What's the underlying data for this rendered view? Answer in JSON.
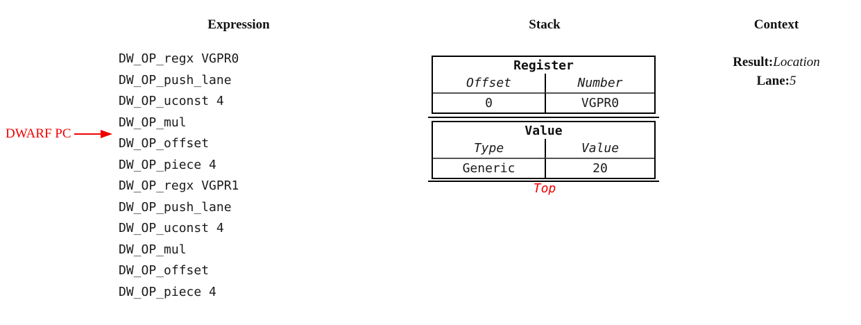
{
  "columns": {
    "expression_title": "Expression",
    "stack_title": "Stack",
    "context_title": "Context"
  },
  "expression": {
    "items": [
      "DW_OP_regx VGPR0",
      "DW_OP_push_lane",
      "DW_OP_uconst 4",
      "DW_OP_mul",
      "DW_OP_offset",
      "DW_OP_piece 4",
      "DW_OP_regx VGPR1",
      "DW_OP_push_lane",
      "DW_OP_uconst 4",
      "DW_OP_mul",
      "DW_OP_offset",
      "DW_OP_piece 4"
    ],
    "pc_marker": {
      "label": "DWARF PC",
      "points_before_item_index": 4
    }
  },
  "stack": {
    "entries": [
      {
        "title": "Register",
        "columns": [
          "Offset",
          "Number"
        ],
        "values": [
          "0",
          "VGPR0"
        ]
      },
      {
        "title": "Value",
        "columns": [
          "Type",
          "Value"
        ],
        "values": [
          "Generic",
          "20"
        ]
      }
    ],
    "top_label": "Top"
  },
  "context": {
    "result_label": "Result:",
    "result_value": "Location",
    "lane_label": "Lane:",
    "lane_value": "5"
  },
  "colors": {
    "accent_red": "#f00000",
    "table_border": "#000000",
    "inner_rule_gray": "#555555",
    "background": "#ffffff"
  }
}
